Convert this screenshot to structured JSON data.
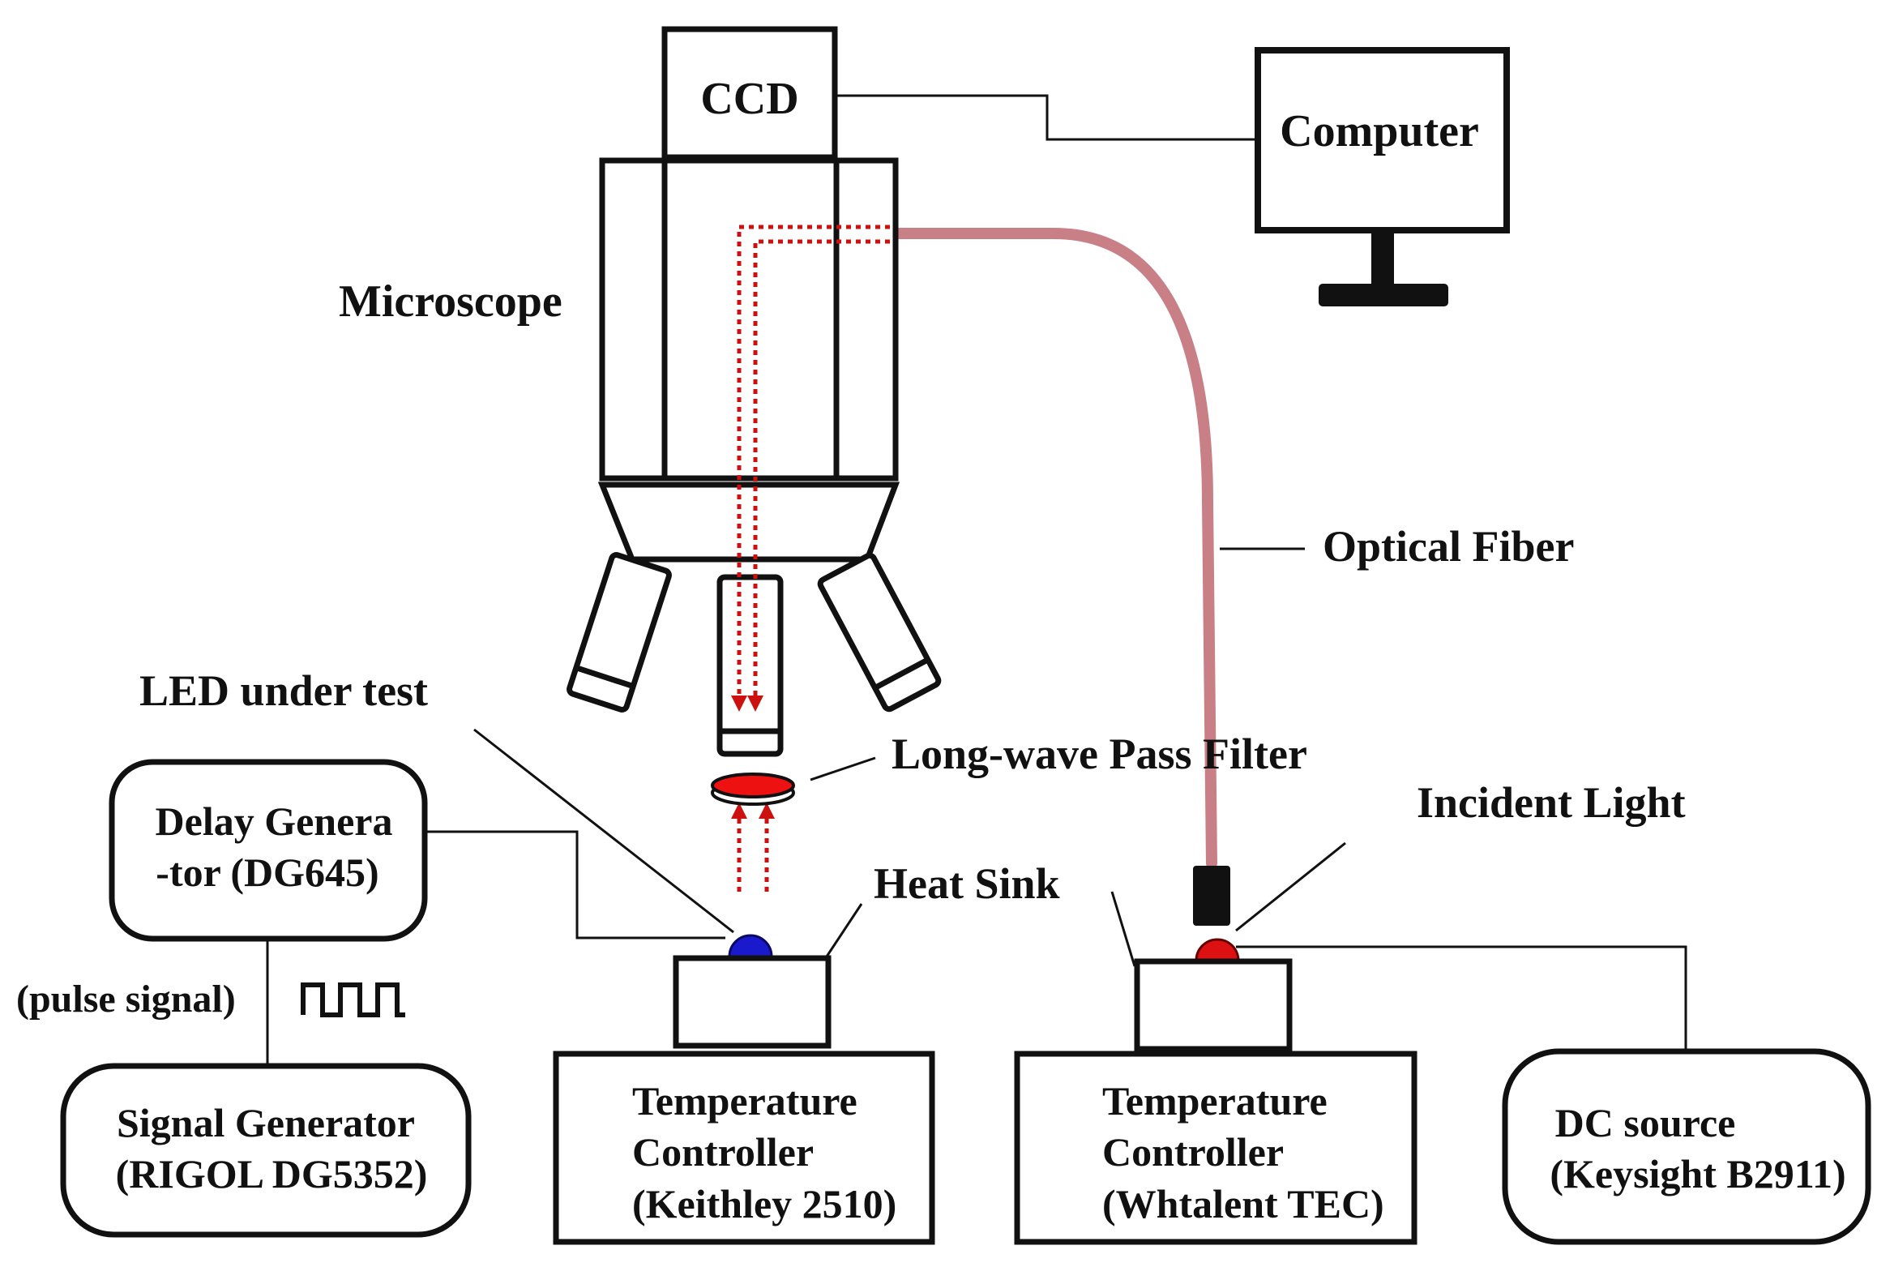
{
  "labels": {
    "ccd": "CCD",
    "computer": "Computer",
    "microscope": "Microscope",
    "optical_fiber": "Optical Fiber",
    "led_under_test": "LED under test",
    "long_wave_pass_filter": "Long-wave Pass Filter",
    "incident_light": "Incident Light",
    "heat_sink": "Heat Sink",
    "pulse_signal": "(pulse signal)"
  },
  "boxes": {
    "delay_generator": [
      "Delay Genera",
      "-tor (DG645)"
    ],
    "signal_generator": [
      "Signal Generator",
      "(RIGOL DG5352)"
    ],
    "temp_controller_keithley": [
      "Temperature",
      "Controller",
      "(Keithley 2510)"
    ],
    "temp_controller_whtalent": [
      "Temperature",
      "Controller",
      "(Whtalent TEC)"
    ],
    "dc_source": [
      "DC source",
      "(Keysight B2911)"
    ]
  },
  "colors": {
    "line": "#111111",
    "fiber": "#c97f86",
    "beam": "#cc1111",
    "led_under_test": "#1a1acc",
    "incident_led": "#dd1111",
    "filter": "#ee1111"
  }
}
